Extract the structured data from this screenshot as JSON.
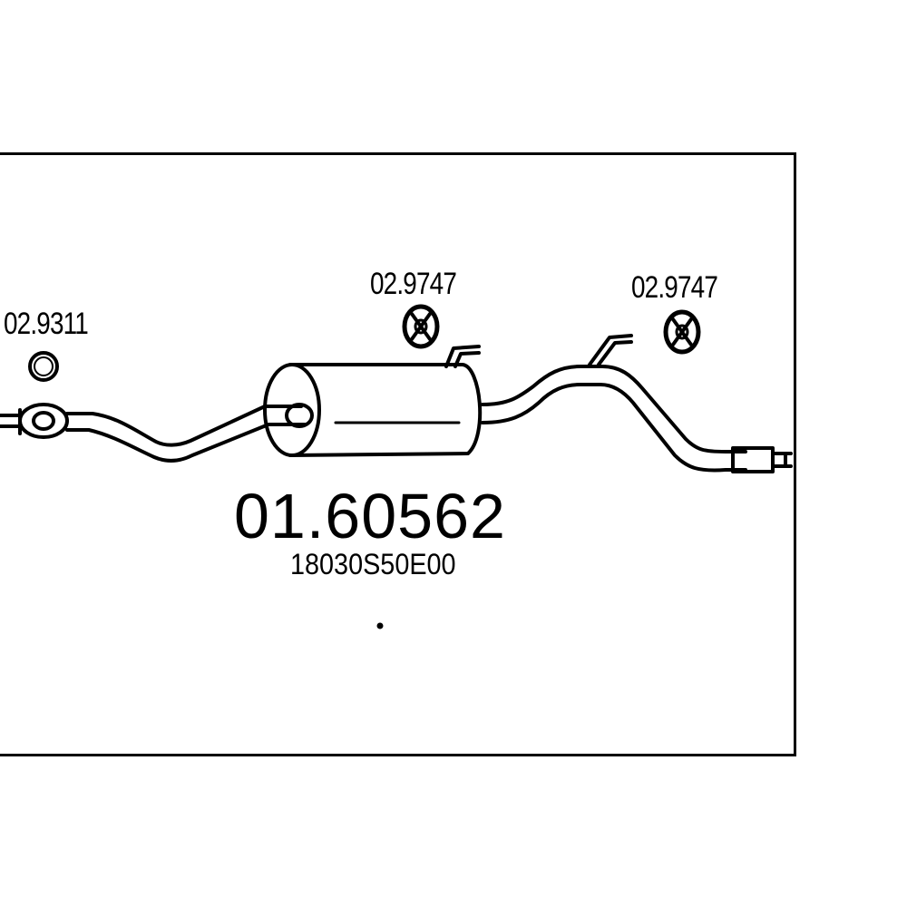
{
  "diagram": {
    "part_number": "01.60562",
    "oem_number": "18030S50E00",
    "accessories": [
      {
        "code": "02.9311",
        "kind": "gasket-ring"
      },
      {
        "code": "02.9747",
        "kind": "rubber-hanger"
      },
      {
        "code": "02.9747",
        "kind": "rubber-hanger"
      }
    ],
    "colors": {
      "line": "#000000",
      "background": "#ffffff"
    }
  }
}
